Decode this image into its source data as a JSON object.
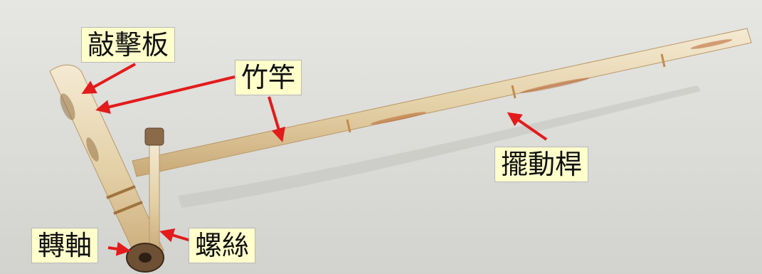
{
  "image": {
    "subject": "bamboo flail with labeled parts",
    "background_color": "#d9d9d6",
    "bamboo_color": "#e7d6b0",
    "rust_color": "#b8622d",
    "arrow_color": "#e31b1b"
  },
  "labels": {
    "strike_board": "敲擊板",
    "bamboo_pole": "竹竿",
    "swing_rod": "擺動桿",
    "pivot": "轉軸",
    "screw": "螺絲"
  }
}
